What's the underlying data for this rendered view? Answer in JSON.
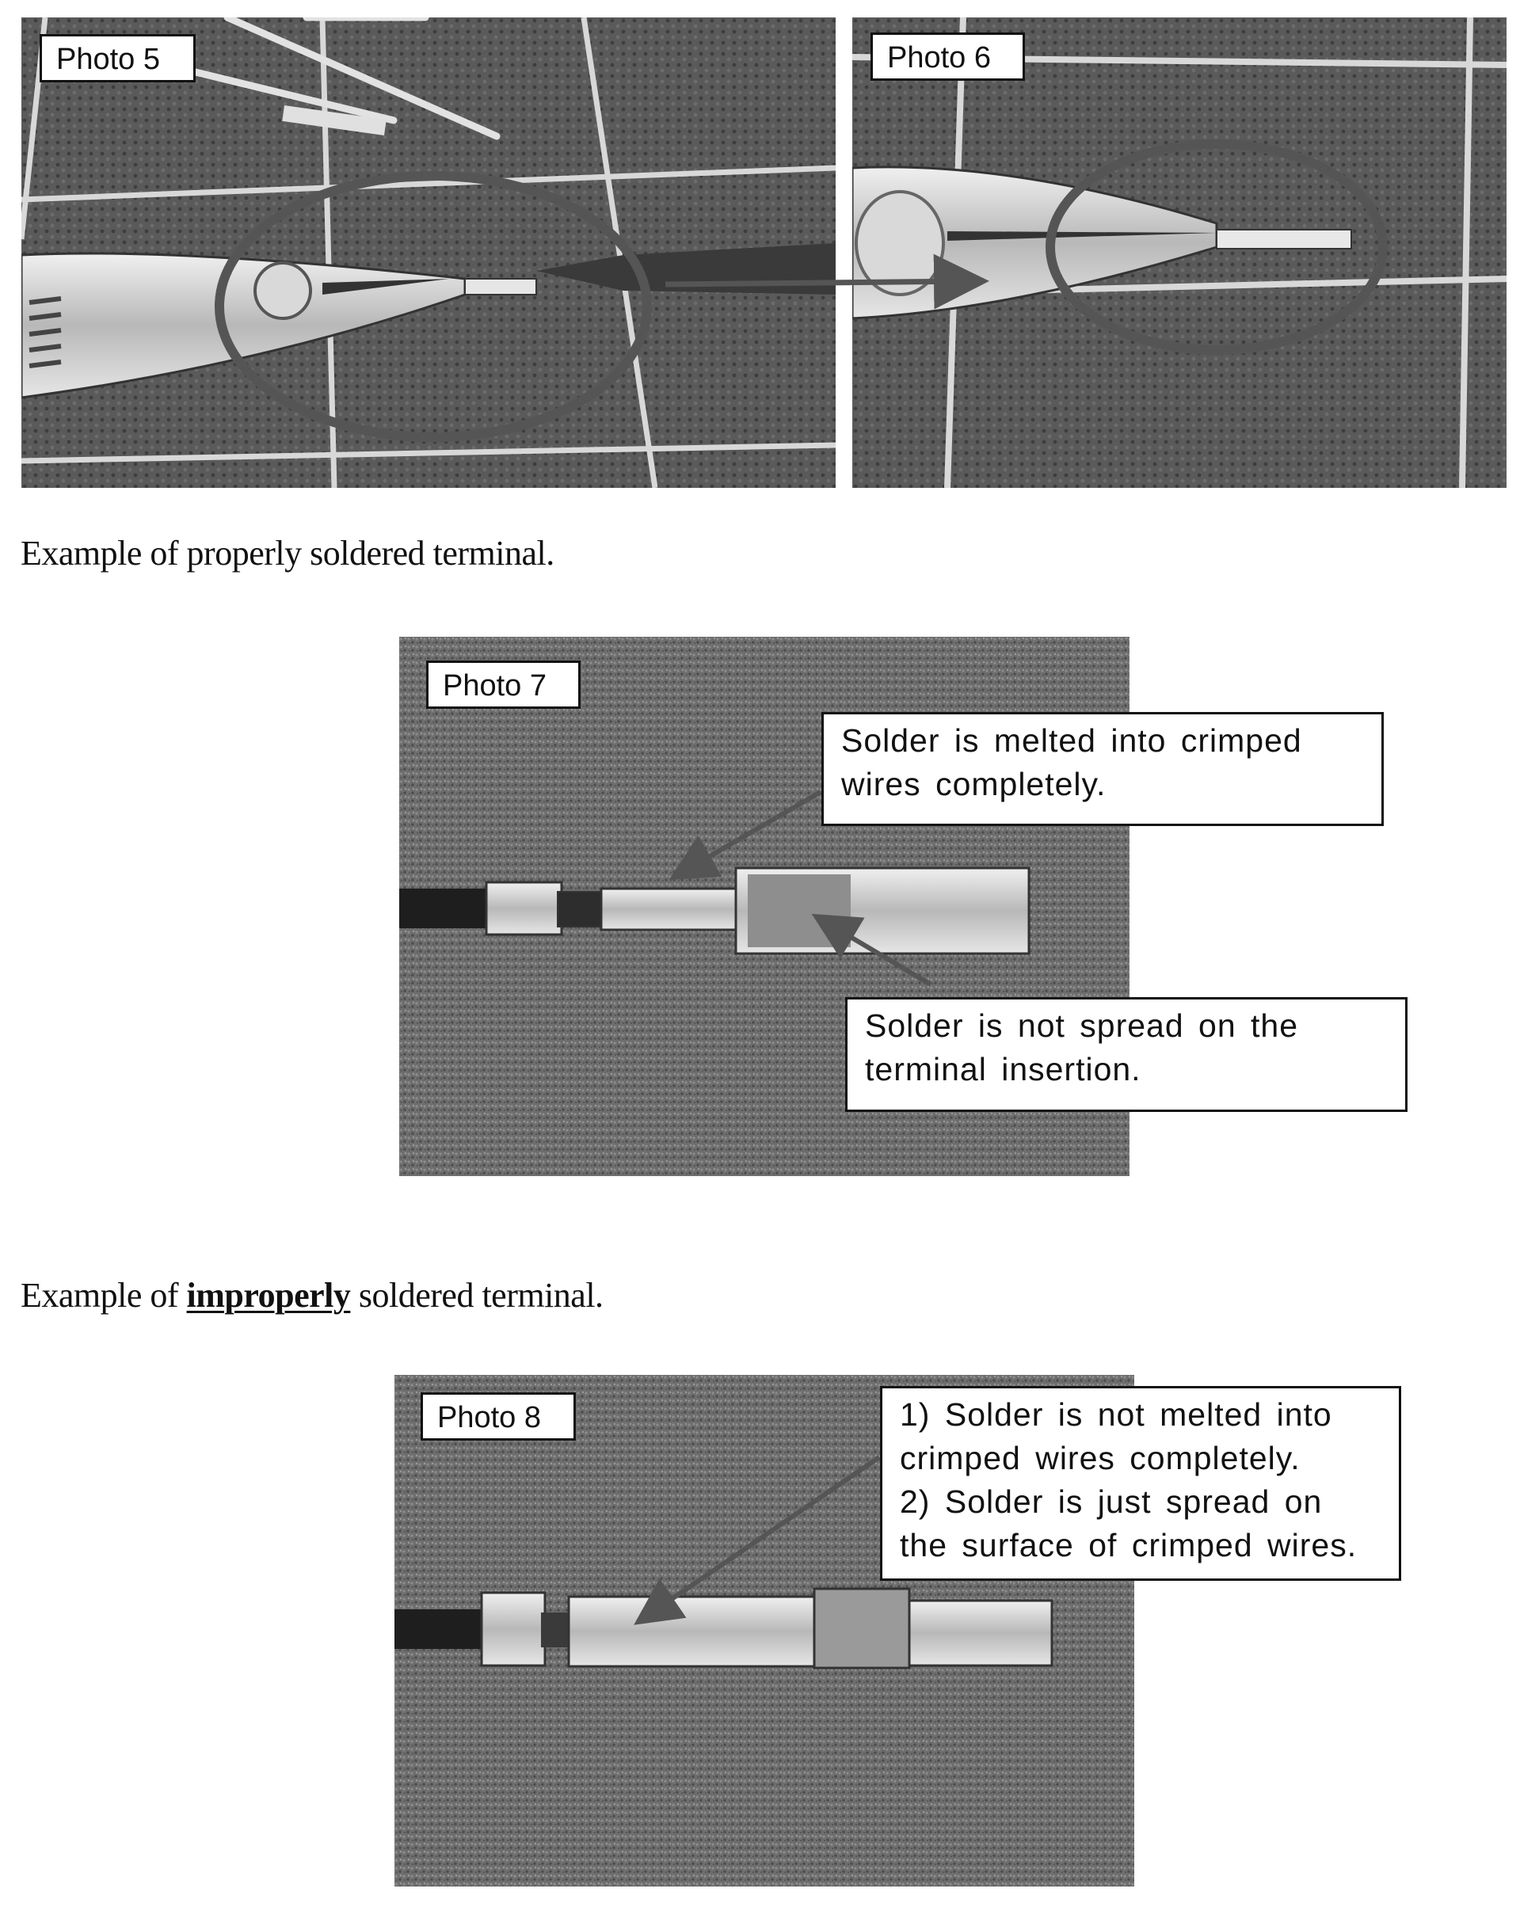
{
  "photos": {
    "photo5": {
      "label": "Photo 5"
    },
    "photo6": {
      "label": "Photo 6"
    },
    "photo7": {
      "label": "Photo 7",
      "callout_top": "Solder is melted into crimped wires completely.",
      "callout_bottom": "Solder is not spread on the terminal insertion."
    },
    "photo8": {
      "label": "Photo 8",
      "callout_line1": "1) Solder is not melted into crimped wires completely.",
      "callout_line2": "2) Solder is just spread on the surface of crimped wires."
    }
  },
  "captions": {
    "proper": "Example of properly soldered terminal.",
    "improper_prefix": "Example of ",
    "improper_emphasis": "improperly",
    "improper_suffix": " soldered terminal."
  },
  "colors": {
    "photo_bg": "#555555",
    "grid_line": "#d8d8d8",
    "metal": "#cfcfcf",
    "annotation": "#555555"
  }
}
